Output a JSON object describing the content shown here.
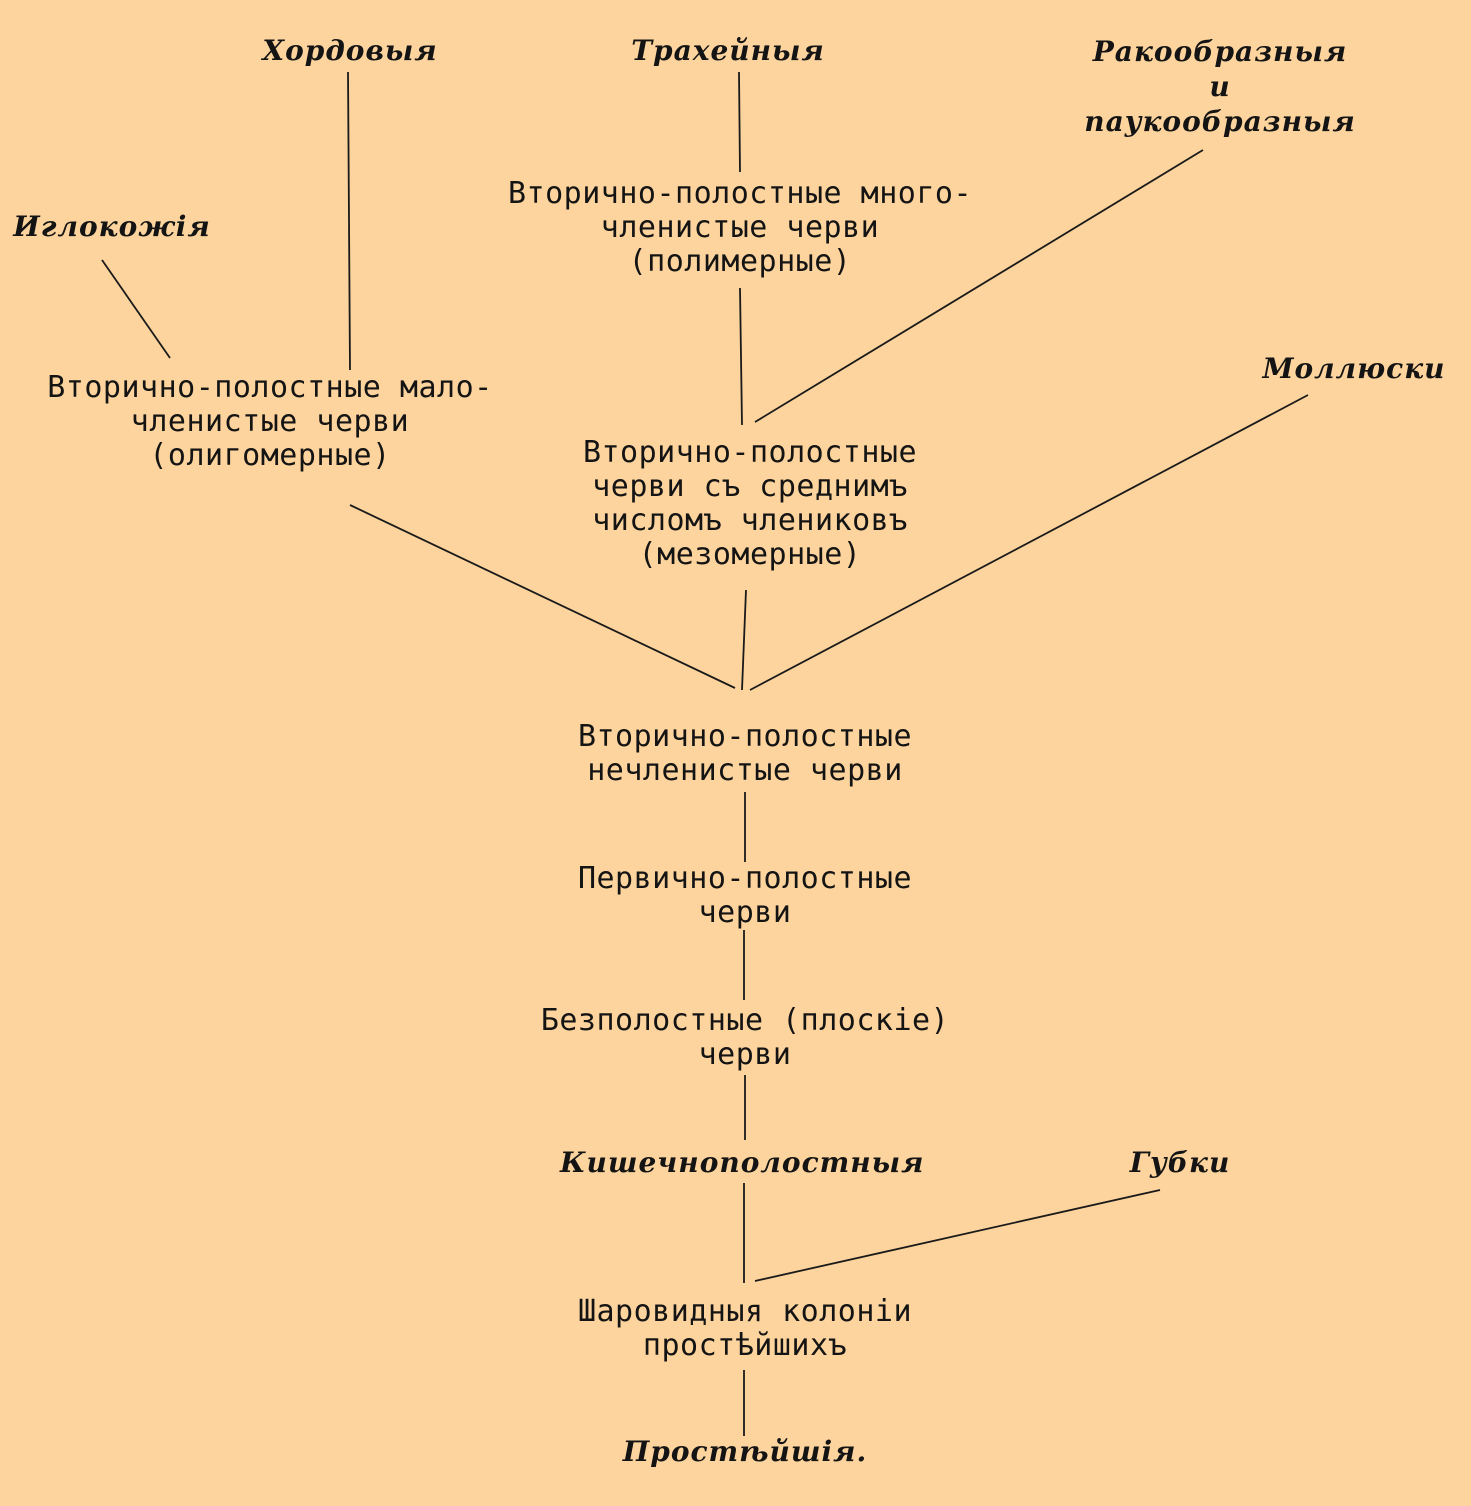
{
  "nodes": {
    "chordates": [
      "Хордовыя"
    ],
    "tracheates": [
      "Трахейныя"
    ],
    "crustaceans_arachnids": [
      "Ракообразныя",
      "и",
      "паукообразныя"
    ],
    "echinoderms": [
      "Иглокожія"
    ],
    "polymeric_worms": [
      "Вторично-полостные много-",
      "членистые черви",
      "(полимерные)"
    ],
    "oligomeric_worms": [
      "Вторично-полостные мало-",
      "членистые черви",
      "(олигомерные)"
    ],
    "molluscs": [
      "Моллюски"
    ],
    "mesomeric_worms": [
      "Вторично-полостные",
      "черви съ среднимъ",
      "числомъ члениковъ",
      "(мезомерные)"
    ],
    "unsegmented_worms": [
      "Вторично-полостные",
      "нечленистые черви"
    ],
    "primary_cavity_worms": [
      "Первично-полостные",
      "черви"
    ],
    "flatworms": [
      "Безполостные (плоскіе)",
      "черви"
    ],
    "coelenterates": [
      "Кишечнополостныя"
    ],
    "sponges": [
      "Губки"
    ],
    "colonies": [
      "Шаровидныя колоніи",
      "простѣйшихъ"
    ],
    "protozoa": [
      "Простѣйшія."
    ]
  },
  "edges": [
    [
      "chordates",
      "oligomeric_worms"
    ],
    [
      "echinoderms",
      "oligomeric_worms"
    ],
    [
      "tracheates",
      "polymeric_worms"
    ],
    [
      "polymeric_worms",
      "mesomeric_worms"
    ],
    [
      "crustaceans_arachnids",
      "mesomeric_worms"
    ],
    [
      "oligomeric_worms",
      "unsegmented_worms"
    ],
    [
      "mesomeric_worms",
      "unsegmented_worms"
    ],
    [
      "molluscs",
      "unsegmented_worms"
    ],
    [
      "unsegmented_worms",
      "primary_cavity_worms"
    ],
    [
      "primary_cavity_worms",
      "flatworms"
    ],
    [
      "flatworms",
      "coelenterates"
    ],
    [
      "coelenterates",
      "colonies"
    ],
    [
      "sponges",
      "colonies"
    ],
    [
      "colonies",
      "protozoa"
    ]
  ]
}
